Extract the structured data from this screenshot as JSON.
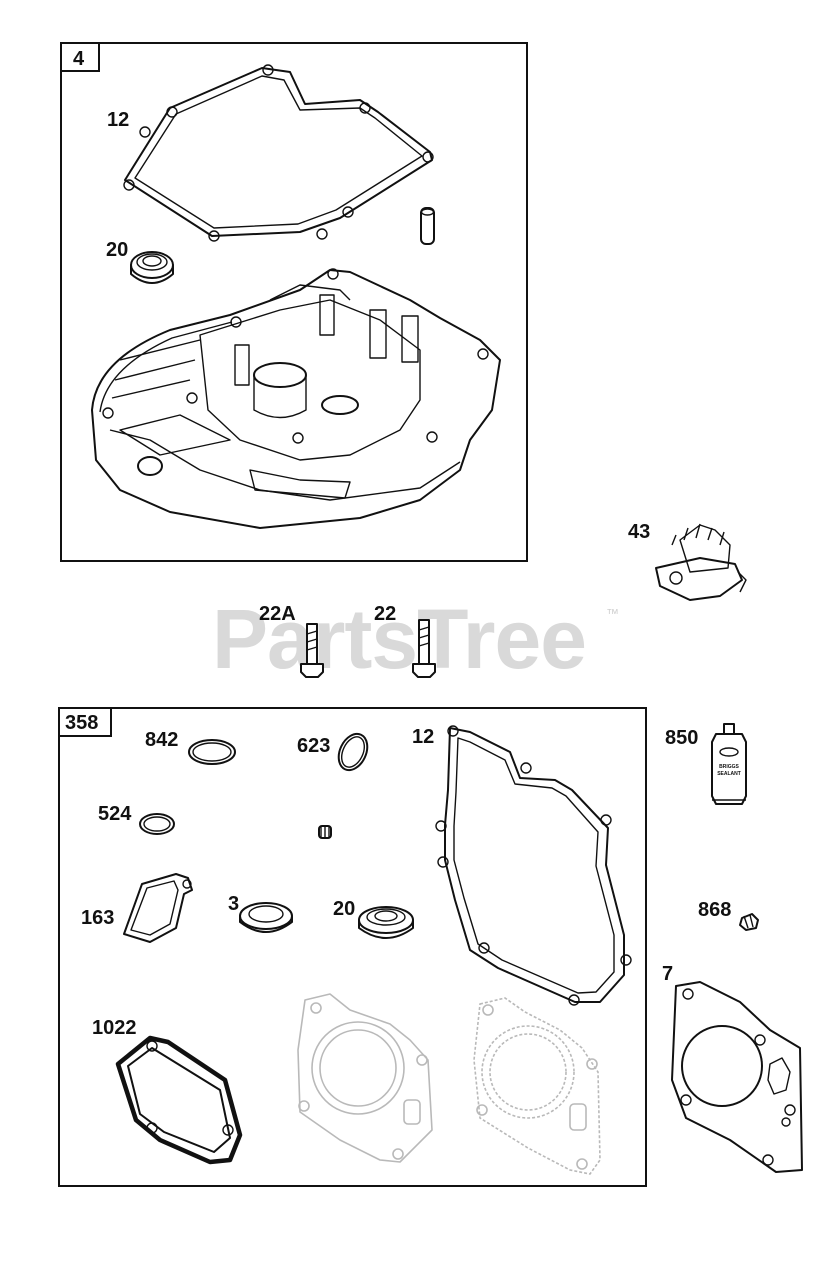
{
  "watermark": {
    "text": "PartsTree",
    "trademark": "™"
  },
  "groups": [
    {
      "id": "4",
      "label": "4"
    },
    {
      "id": "358",
      "label": "358"
    }
  ],
  "callouts": {
    "g4_gasket": "12",
    "g4_seal": "20",
    "governor": "43",
    "bolt_a": "22A",
    "bolt": "22",
    "g358_oring_842": "842",
    "g358_oring_623": "623",
    "g358_gasket": "12",
    "g358_oring_524": "524",
    "g358_gasket_163": "163",
    "g358_seal_3": "3",
    "g358_seal_20": "20",
    "g358_gasket_1022": "1022",
    "sealant": "850",
    "fitting": "868",
    "head_gasket": "7"
  },
  "sealant_tube_text": [
    "BRIGGS",
    "SEALANT"
  ]
}
